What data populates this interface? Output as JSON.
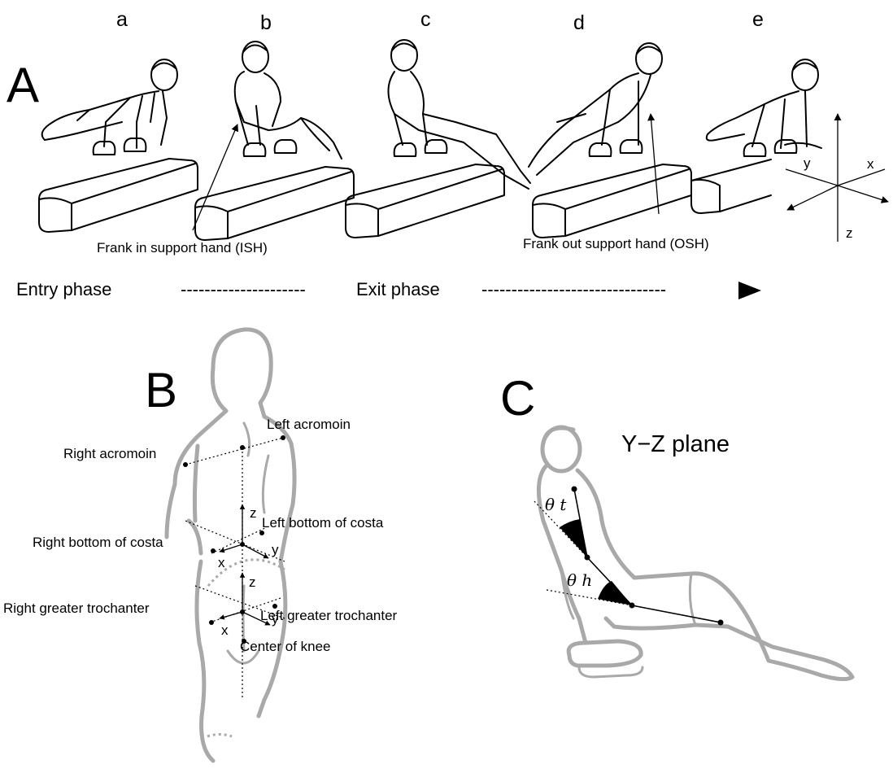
{
  "panels": {
    "a": "A",
    "b": "B",
    "c": "C"
  },
  "frames": [
    "a",
    "b",
    "c",
    "d",
    "e"
  ],
  "callouts": {
    "ish": "Frank in support hand (ISH)",
    "osh": "Frank out support hand (OSH)"
  },
  "phases": {
    "entry": "Entry phase",
    "entry_dashes": "---------------------",
    "exit": "Exit phase",
    "exit_dashes": "-------------------------------"
  },
  "axes_a": {
    "x": "x",
    "y": "y",
    "z": "z"
  },
  "panel_b": {
    "left_acromion": "Left acromoin",
    "right_acromion": "Right acromoin",
    "left_costa": "Left bottom of costa",
    "right_costa": "Right bottom of costa",
    "left_trochanter": "Left greater trochanter",
    "right_trochanter": "Right greater trochanter",
    "knee": "Center of knee",
    "axis_x": "x",
    "axis_y": "y",
    "axis_z": "z"
  },
  "panel_c": {
    "plane": "Y−Z plane",
    "theta_t": "θ t",
    "theta_h": "θ h"
  }
}
